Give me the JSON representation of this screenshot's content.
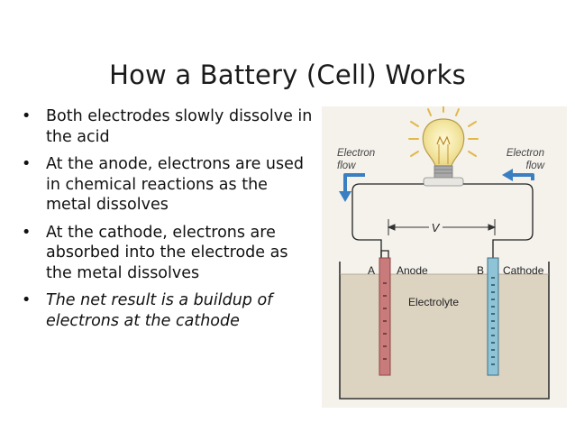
{
  "slide": {
    "title": "How a Battery (Cell) Works",
    "bullets": [
      {
        "text": "Both electrodes slowly dissolve in the acid",
        "italic": false
      },
      {
        "text": "At the anode, electrons are used in chemical reactions as the metal dissolves",
        "italic": false
      },
      {
        "text": "At the cathode, electrons are absorbed into the electrode as the metal dissolves",
        "italic": false
      },
      {
        "text": "The net result is a buildup of electrons at the cathode",
        "italic": true
      }
    ],
    "bullet_symbol": "•"
  },
  "diagram": {
    "electron_flow_left": [
      "Electron",
      "flow"
    ],
    "electron_flow_right": [
      "Electron",
      "flow"
    ],
    "voltage_label": "V",
    "anode_letter": "A",
    "anode_label": "Anode",
    "cathode_letter": "B",
    "cathode_label": "Cathode",
    "electrolyte_label": "Electrolyte",
    "colors": {
      "arrow": "#3a7fc2",
      "anode": "#c97b7b",
      "cathode": "#8fc3d6",
      "electrolyte": "#dcd3c1",
      "background": "#f5f2ec"
    }
  }
}
